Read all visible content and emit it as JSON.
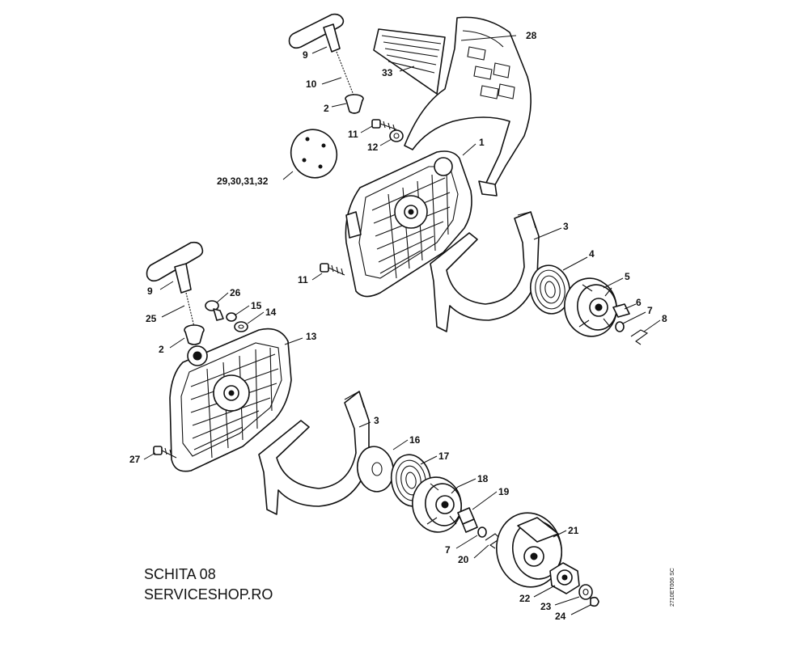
{
  "caption": {
    "line1": "SCHITA 08",
    "line2": "SERVICESHOP.RO"
  },
  "diagram_code": "2710ET006 SC",
  "part_labels": {
    "p1": "1",
    "p2a": "2",
    "p2b": "2",
    "p3a": "3",
    "p3b": "3",
    "p4": "4",
    "p5": "5",
    "p6": "6",
    "p7a": "7",
    "p7b": "7",
    "p8": "8",
    "p9a": "9",
    "p9b": "9",
    "p10": "10",
    "p11a": "11",
    "p11b": "11",
    "p12": "12",
    "p13": "13",
    "p14": "14",
    "p15": "15",
    "p16": "16",
    "p17": "17",
    "p18": "18",
    "p19": "19",
    "p20": "20",
    "p21": "21",
    "p22": "22",
    "p23": "23",
    "p24": "24",
    "p25": "25",
    "p26": "26",
    "p27": "27",
    "p28": "28",
    "p29_32": "29,30,31,32",
    "p33": "33"
  }
}
